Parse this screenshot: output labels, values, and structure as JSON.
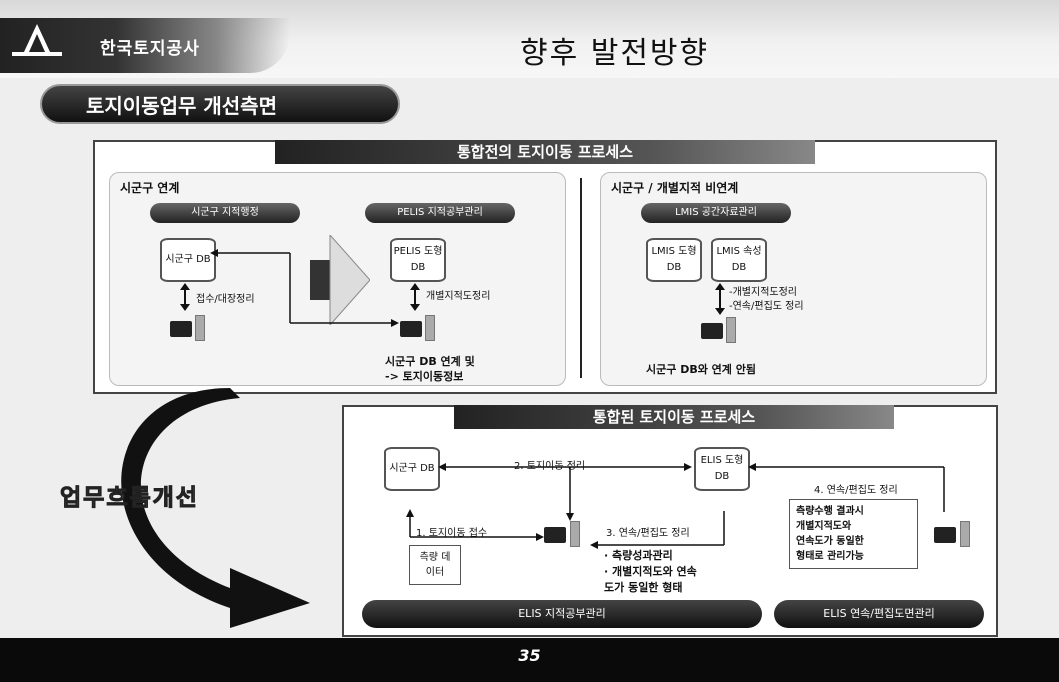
{
  "header": {
    "company": "한국토지공사",
    "title": "향후 발전방향"
  },
  "section": {
    "title": "토지이동업무 개선측면"
  },
  "top_panel": {
    "bar": "통합전의 토지이동 프로세스",
    "left": {
      "heading": "시군구 연계",
      "pill_a": "시군구 지적행정",
      "pill_b": "PELIS 지적공부관리",
      "db_a": "시군구 DB",
      "db_b": "PELIS 도형DB",
      "label_a": "접수/대장정리",
      "label_b": "개별지적도정리",
      "caption_1": "시군구 DB 연계 및",
      "caption_2": "-> 토지이동정보"
    },
    "right": {
      "heading": "시군구 / 개별지적 비연계",
      "pill": "LMIS 공간자료관리",
      "db_a": "LMIS 도형DB",
      "db_b": "LMIS 속성DB",
      "label_1": "-개별지적도정리",
      "label_2": "-연속/편집도 정리",
      "caption": "시군구 DB와 연계 안됨"
    }
  },
  "flow_label": "업무흐름개선",
  "bottom_panel": {
    "bar": "통합된 토지이동 프로세스",
    "db_a": "시군구 DB",
    "db_b": "ELIS 도형DB",
    "step_1": "1. 토지이동 접수",
    "step_2": "2. 토지이동 정리",
    "step_3": "3. 연속/편집도 정리",
    "step_4": "4. 연속/편집도 정리",
    "survey": "측량 데이터",
    "note_1": "· 측량성과관리",
    "note_2": "· 개별지적도와 연속",
    "note_3": "  도가 동일한 형태",
    "right_note_1": "측량수행 결과시",
    "right_note_2": "개별지적도와",
    "right_note_3": "연속도가 동일한",
    "right_note_4": "형태로 관리가능",
    "footer_left": "ELIS 지적공부관리",
    "footer_right": "ELIS 연속/편집도면관리"
  },
  "page_number": "35"
}
